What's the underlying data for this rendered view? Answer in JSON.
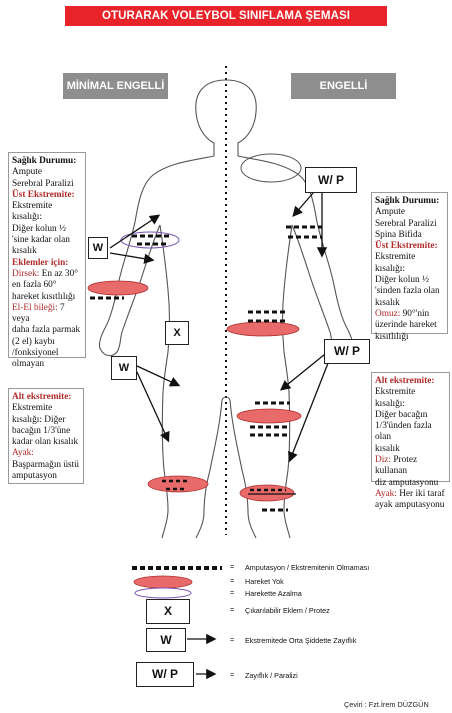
{
  "title": "OTURARAK VOLEYBOL SINIFLAMA ŞEMASI",
  "headers": {
    "left": "MİNİMAL ENGELLİ",
    "right": "ENGELLİ"
  },
  "left_top_box": {
    "health_title": "Sağlık Durumu:",
    "health_lines": [
      "Ampute",
      "Serebral Paralizi"
    ],
    "upper_title": "Üst Ekstremite:",
    "upper_lines": [
      "Ekstremite kısalığı:",
      "Diğer kolun ½",
      "'sine kadar olan",
      "kısalık"
    ],
    "joints_title": "Eklemler için:",
    "elbow_label": "Dirsek:",
    "elbow_text": "En az 30°",
    "elbow_lines": [
      "en fazla 60°",
      "hareket kısıtlılığı"
    ],
    "wrist_label": "El-El bileği:",
    "wrist_text": "7 veya",
    "wrist_lines": [
      "daha fazla parmak",
      "(2 el) kaybı",
      "/fonksiyonel",
      "olmayan"
    ]
  },
  "left_bottom_box": {
    "lower_title": "Alt ekstremite:",
    "lower_lines": [
      "Ekstremite",
      "kısalığı: Diğer",
      "bacağın 1/3'üne",
      "kadar olan kısalık"
    ],
    "foot_label": "Ayak:",
    "foot_lines": [
      "Başparmağın üstü",
      "amputasyon"
    ]
  },
  "right_top_box": {
    "health_title": "Sağlık Durumu:",
    "health_lines": [
      "Ampute",
      "Serebral Paralizi",
      "Spina Bifida"
    ],
    "upper_title": "Üst Ekstremite:",
    "upper_lines": [
      "Ekstremite kısalığı:",
      "Diğer kolun ½",
      "'sinden fazla olan",
      "kısalık"
    ],
    "shoulder_label": "Omuz:",
    "shoulder_text": "90°'nin",
    "shoulder_lines": [
      "üzerinde hareket",
      "kısıtlılığı"
    ]
  },
  "right_bottom_box": {
    "lower_title": "Alt ekstremite:",
    "lower_lines": [
      "Ekstremite kısalığı:",
      "Diğer bacağın",
      "1/3'ünden fazla olan",
      "kısalık"
    ],
    "knee_label": "Diz:",
    "knee_text": "Protez kullanan",
    "knee_lines": [
      "diz amputasyonu"
    ],
    "foot_label": "Ayak:",
    "foot_text": "Her iki taraf",
    "foot_lines": [
      "ayak amputasyonu"
    ]
  },
  "figure_labels": {
    "w": "W",
    "x": "X",
    "wp": "W/ P"
  },
  "legend": [
    {
      "symbol": "dashed-bar",
      "equals": "=",
      "text": "Amputasyon / Ekstremitenin Olmaması"
    },
    {
      "symbol": "red-ellipse",
      "equals": "=",
      "text": "Hareket Yok"
    },
    {
      "symbol": "purple-ellipse",
      "equals": "=",
      "text": "Harekette Azalma"
    },
    {
      "symbol": "box",
      "label": "X",
      "equals": "=",
      "text": "Çıkarılabilir Eklem / Protez"
    },
    {
      "symbol": "box-arrow",
      "label": "W",
      "equals": "=",
      "text": "Ekstremitede Orta Şiddette Zayıflık"
    },
    {
      "symbol": "box-arrow",
      "label": "W/ P",
      "equals": "=",
      "text": "Zayıflık / Paralizi"
    }
  ],
  "credit": "Çeviri : Fzt.İrem DÜZGÜN",
  "colors": {
    "title_bg": "#e8232a",
    "header_bg": "#8e8e8e",
    "red_fill": "#e86a6a",
    "purple": "#7a54b8",
    "accent_text": "#b02a2a"
  }
}
